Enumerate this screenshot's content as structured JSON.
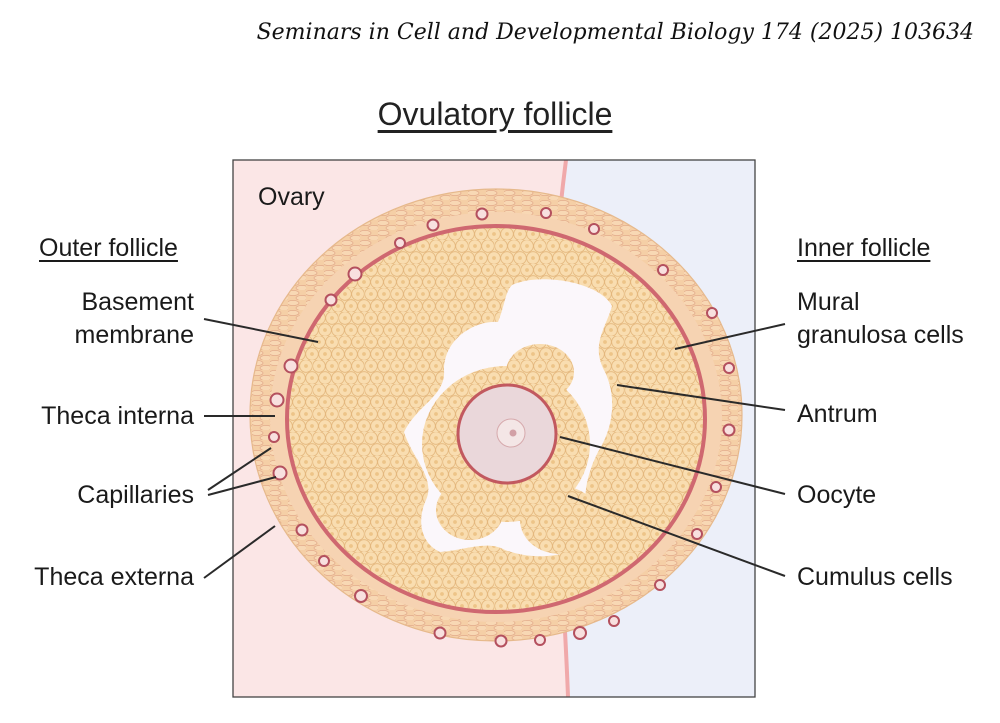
{
  "header": {
    "citation": "Seminars in Cell and Developmental Biology 174 (2025) 103634"
  },
  "diagram": {
    "title": "Ovulatory follicle",
    "ovary_label": "Ovary",
    "left": {
      "heading": "Outer follicle",
      "basement_membrane": [
        "Basement",
        "membrane"
      ],
      "theca_interna": "Theca interna",
      "capillaries": "Capillaries",
      "theca_externa": "Theca externa"
    },
    "right": {
      "heading": "Inner follicle",
      "mural_granulosa": [
        "Mural",
        "granulosa cells"
      ],
      "antrum": "Antrum",
      "oocyte": "Oocyte",
      "cumulus": "Cumulus cells"
    },
    "colors": {
      "ovary_pink": "#fbe6e6",
      "blue_region": "#eceff9",
      "cells": "#f7d8a8",
      "cell_stroke": "#e2b57c",
      "membrane": "#cf6870",
      "oocyte_fill": "#ead7da",
      "antrum": "#fbf7fb"
    }
  }
}
